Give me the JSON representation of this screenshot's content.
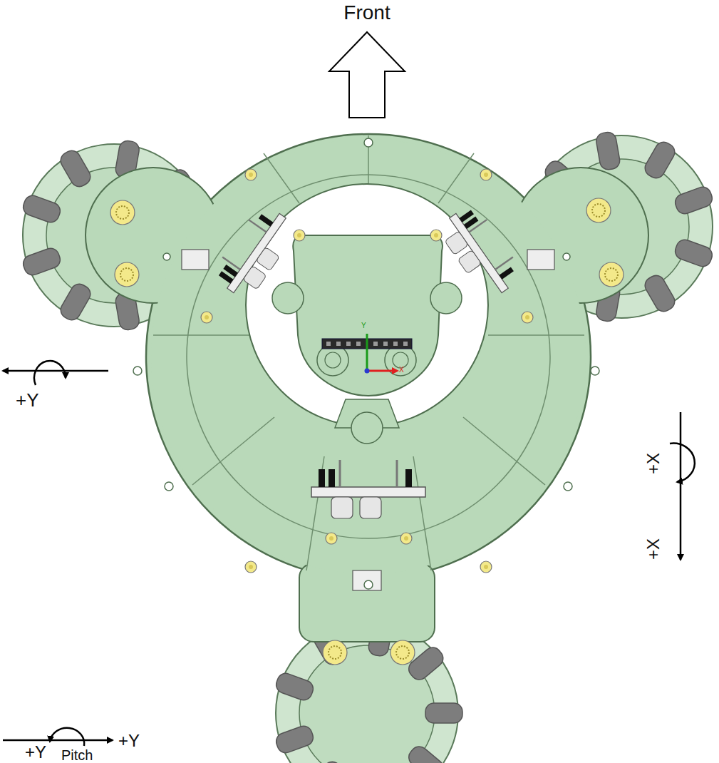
{
  "diagram": {
    "labels": [
      "Front",
      "+Y",
      "+X",
      "+X",
      "+Y",
      "+Y",
      "Pitch",
      "Y",
      "X"
    ]
  }
}
